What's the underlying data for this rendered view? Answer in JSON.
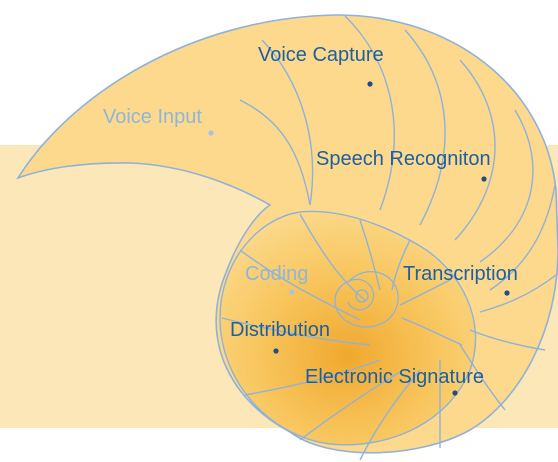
{
  "colors": {
    "background_band": "#FCE7B8",
    "shell_light": "#FCD98C",
    "shell_mid": "#F8C65E",
    "shell_dark": "#F0A82E",
    "outline": "#8FB2D8",
    "label_dark": "#1E5FA0",
    "label_light": "#8FB6DA",
    "dot_dark": "#1E4E86",
    "dot_light": "#A9C4E2"
  },
  "labels": [
    {
      "id": "voice-capture",
      "text": "Voice Capture",
      "tone": "dark"
    },
    {
      "id": "voice-input",
      "text": "Voice Input",
      "tone": "light"
    },
    {
      "id": "speech-recognition",
      "text": "Speech Recogniton",
      "tone": "dark"
    },
    {
      "id": "coding",
      "text": "Coding",
      "tone": "light"
    },
    {
      "id": "transcription",
      "text": "Transcription",
      "tone": "dark"
    },
    {
      "id": "distribution",
      "text": "Distribution",
      "tone": "dark"
    },
    {
      "id": "electronic-signature",
      "text": "Electronic Signature",
      "tone": "dark"
    }
  ]
}
